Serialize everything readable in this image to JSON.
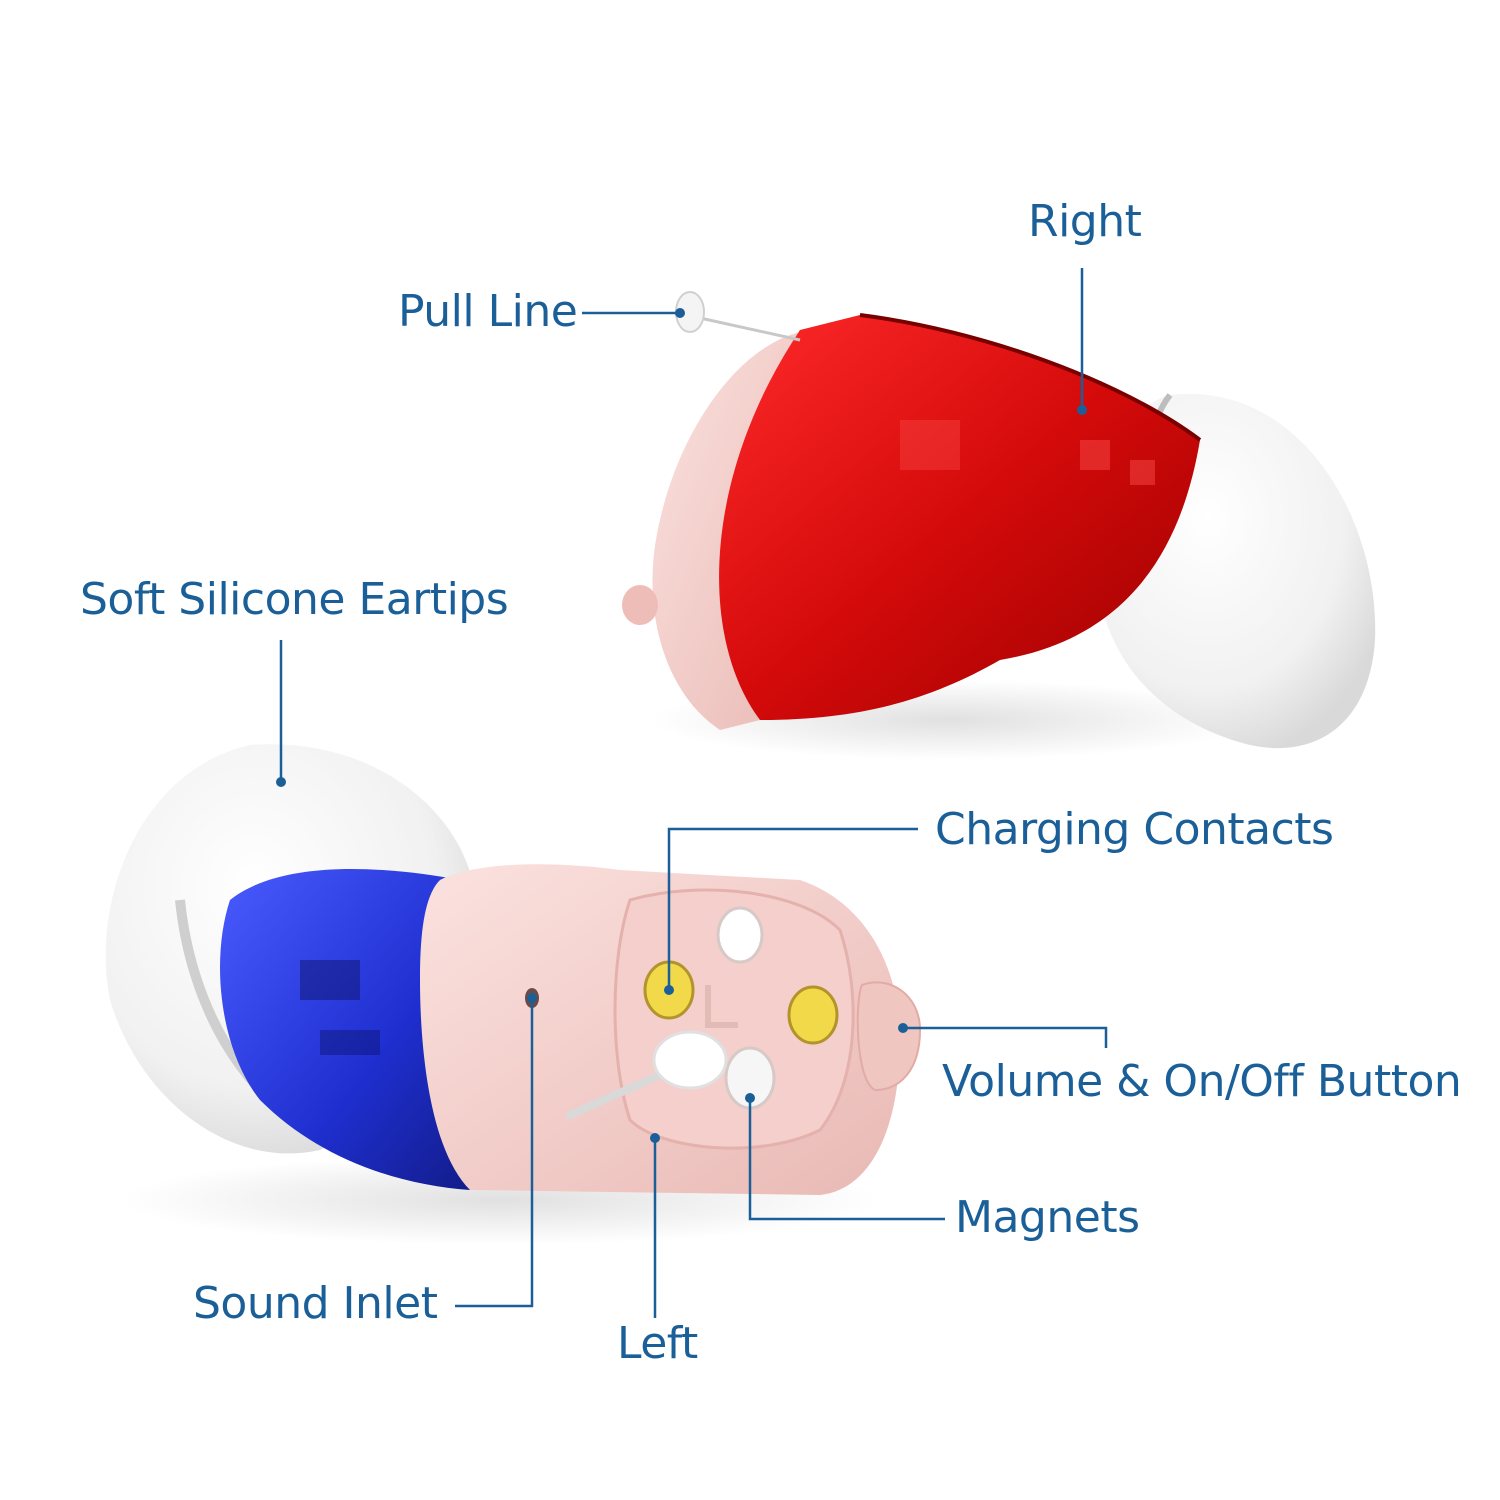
{
  "title": "Hearing Aid Parts Diagram",
  "colors": {
    "label_text": "#1b5f98",
    "leader_line": "#1b5f98",
    "right_shell": "#d10a0a",
    "left_shell": "#1f2fd0",
    "faceplate": "#f3cfcc",
    "eartip": "#f2f2f2",
    "charging_contact": "#f2d94a"
  },
  "callouts": [
    {
      "id": "right",
      "label": "Right"
    },
    {
      "id": "pull-line",
      "label": "Pull Line"
    },
    {
      "id": "soft-silicone-eartips",
      "label": "Soft Silicone Eartips"
    },
    {
      "id": "charging-contacts",
      "label": "Charging Contacts"
    },
    {
      "id": "volume-button",
      "label": "Volume & On/Off Button"
    },
    {
      "id": "magnets",
      "label": "Magnets"
    },
    {
      "id": "sound-inlet",
      "label": "Sound Inlet"
    },
    {
      "id": "left",
      "label": "Left"
    }
  ],
  "faceplate_marking": "L"
}
